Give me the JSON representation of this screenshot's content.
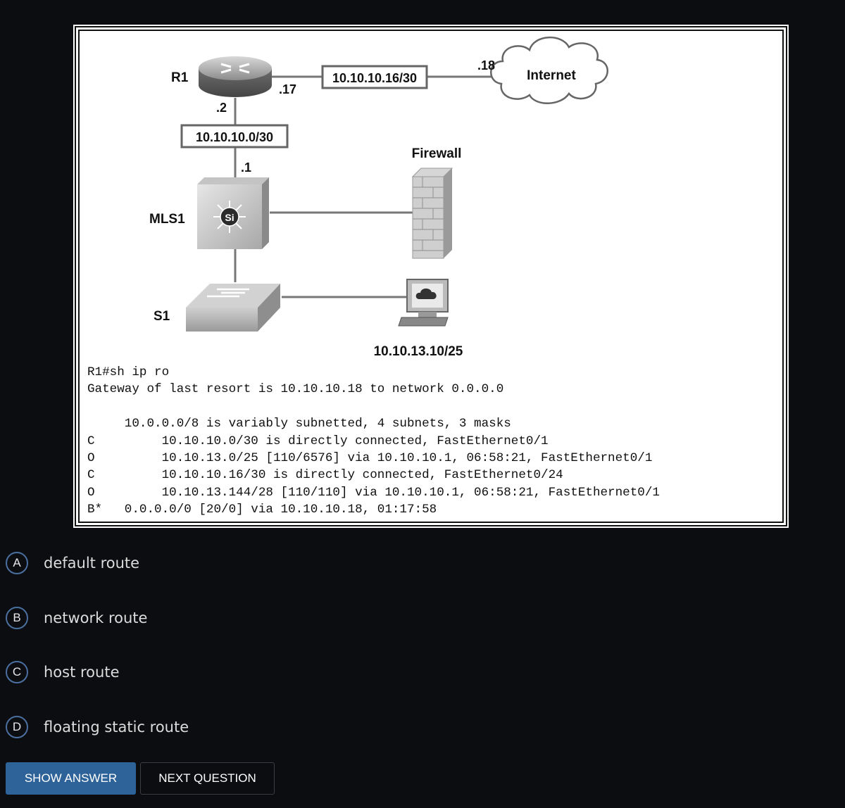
{
  "exhibit": {
    "devices": {
      "router": "R1",
      "multilayer_switch": "MLS1",
      "switch": "S1",
      "firewall": "Firewall",
      "internet": "Internet",
      "switch_badge": "Si"
    },
    "networks": {
      "r1_mls1": "10.10.10.0/30",
      "r1_internet": "10.10.10.16/30",
      "host": "10.10.13.10/25"
    },
    "interface_labels": {
      "r1_down": ".2",
      "r1_right": ".17",
      "mls1_up": ".1",
      "internet": ".18"
    },
    "cli_lines": [
      "R1#sh ip ro",
      "Gateway of last resort is 10.10.10.18 to network 0.0.0.0",
      "",
      "     10.0.0.0/8 is variably subnetted, 4 subnets, 3 masks",
      "C         10.10.10.0/30 is directly connected, FastEthernet0/1",
      "O         10.10.13.0/25 [110/6576] via 10.10.10.1, 06:58:21, FastEthernet0/1",
      "C         10.10.10.16/30 is directly connected, FastEthernet0/24",
      "O         10.10.13.144/28 [110/110] via 10.10.10.1, 06:58:21, FastEthernet0/1",
      "B*   0.0.0.0/0 [20/0] via 10.10.10.18, 01:17:58"
    ]
  },
  "options": [
    {
      "letter": "A",
      "text": "default route"
    },
    {
      "letter": "B",
      "text": "network route"
    },
    {
      "letter": "C",
      "text": "host route"
    },
    {
      "letter": "D",
      "text": "floating static route"
    }
  ],
  "buttons": {
    "show_answer": "SHOW ANSWER",
    "next_question": "NEXT QUESTION"
  },
  "colors": {
    "page_background": "#0c0d10",
    "accent": "#2e6399",
    "option_ring": "#4a6fa0"
  }
}
